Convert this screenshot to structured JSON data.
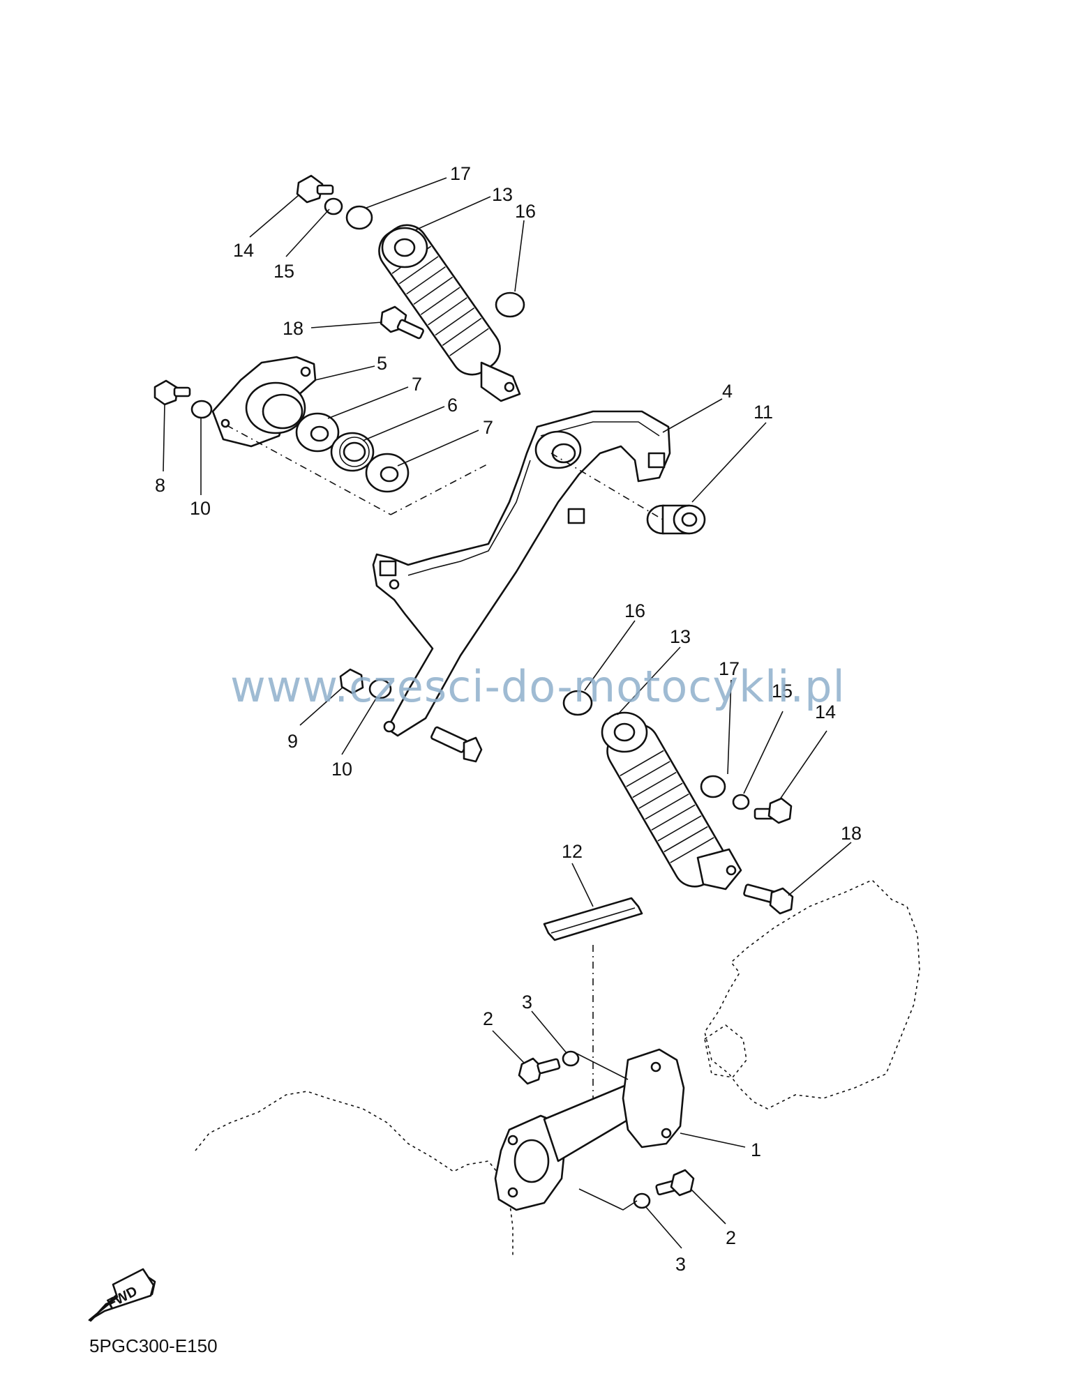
{
  "diagram": {
    "callouts": [
      {
        "id": "17a",
        "label": "17"
      },
      {
        "id": "13a",
        "label": "13"
      },
      {
        "id": "16a",
        "label": "16"
      },
      {
        "id": "14a",
        "label": "14"
      },
      {
        "id": "15a",
        "label": "15"
      },
      {
        "id": "18a",
        "label": "18"
      },
      {
        "id": "5",
        "label": "5"
      },
      {
        "id": "7a",
        "label": "7"
      },
      {
        "id": "6",
        "label": "6"
      },
      {
        "id": "7b",
        "label": "7"
      },
      {
        "id": "4",
        "label": "4"
      },
      {
        "id": "11",
        "label": "11"
      },
      {
        "id": "8",
        "label": "8"
      },
      {
        "id": "10a",
        "label": "10"
      },
      {
        "id": "16b",
        "label": "16"
      },
      {
        "id": "13b",
        "label": "13"
      },
      {
        "id": "17b",
        "label": "17"
      },
      {
        "id": "15b",
        "label": "15"
      },
      {
        "id": "14b",
        "label": "14"
      },
      {
        "id": "9",
        "label": "9"
      },
      {
        "id": "10b",
        "label": "10"
      },
      {
        "id": "18b",
        "label": "18"
      },
      {
        "id": "12",
        "label": "12"
      },
      {
        "id": "3a",
        "label": "3"
      },
      {
        "id": "2a",
        "label": "2"
      },
      {
        "id": "1",
        "label": "1"
      },
      {
        "id": "2b",
        "label": "2"
      },
      {
        "id": "3b",
        "label": "3"
      }
    ],
    "fwd_label": "FWD",
    "diagram_code": "5PGC300-E150",
    "watermark": "www.czesci-do-motocykli.pl"
  }
}
